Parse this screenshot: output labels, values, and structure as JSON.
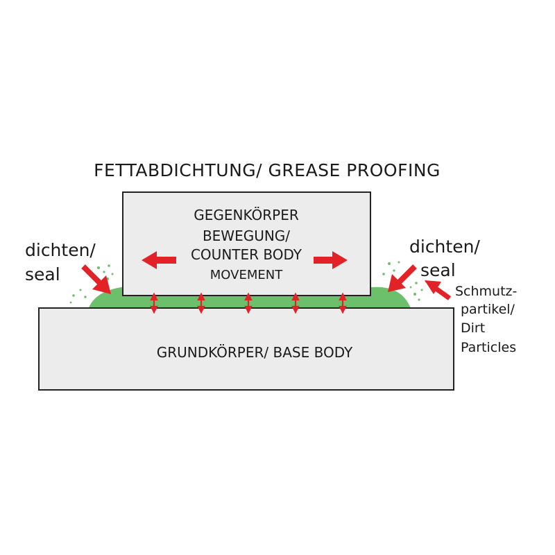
{
  "title": "FETTABDICHTUNG/ GREASE PROOFING",
  "counter_body": {
    "line1": "GEGENKÖRPER",
    "line2": "BEWEGUNG/",
    "line3": "COUNTER BODY",
    "line4": "MOVEMENT"
  },
  "base_body": {
    "label": "GRUNDKÖRPER/ BASE BODY"
  },
  "seal_left": {
    "line1": "dichten/",
    "line2": "seal"
  },
  "seal_right": {
    "line1": "dichten/",
    "line2": "seal"
  },
  "dirt_label": {
    "line1": "Schmutz-",
    "line2": "partikel/",
    "line3": "Dirt",
    "line4": "Particles"
  },
  "colors": {
    "box_fill": "#ececed",
    "box_stroke": "#222222",
    "grease": "#6cbf6b",
    "arrow": "#e32227",
    "text": "#1a1a1a"
  }
}
